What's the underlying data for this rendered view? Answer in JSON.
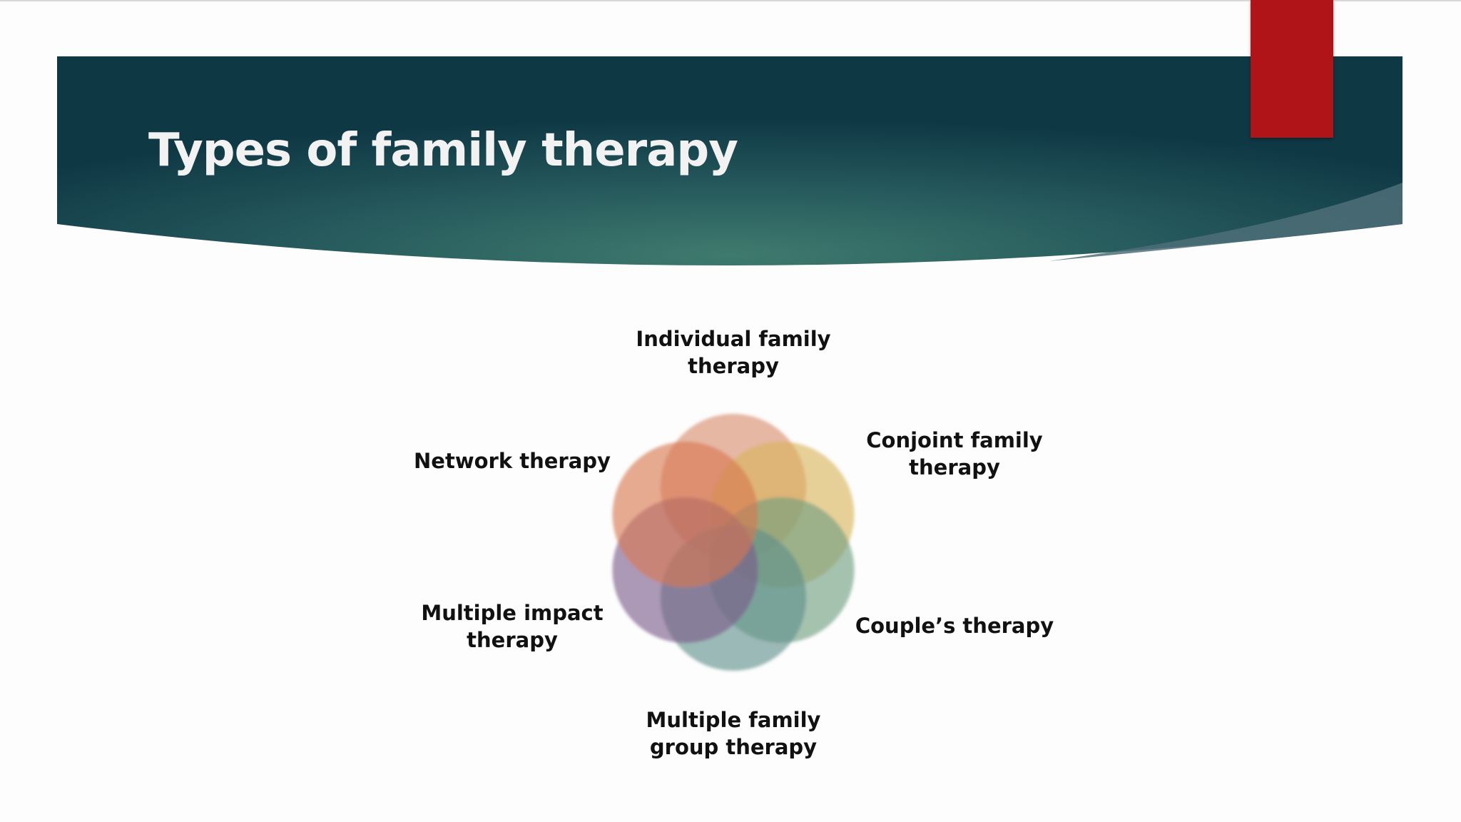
{
  "slide": {
    "title": "Types of family therapy"
  },
  "theme": {
    "header_gradient_light": "#3f7a6e",
    "header_gradient_dark": "#0f3845",
    "accent_tab_color": "#b01418",
    "title_color": "#f2f2f2",
    "label_color": "#111111"
  },
  "diagram": {
    "type": "overlapping-circles",
    "nodes": [
      {
        "id": "individual",
        "line1": "Individual family",
        "line2": "therapy",
        "color": "#d98a6a"
      },
      {
        "id": "conjoint",
        "line1": "Conjoint family",
        "line2": "therapy",
        "color": "#d9b45a"
      },
      {
        "id": "couples",
        "line1": "Couple’s therapy",
        "line2": "",
        "color": "#6f9e80"
      },
      {
        "id": "multiple-family-group",
        "line1": "Multiple family",
        "line2": "group therapy",
        "color": "#5e8f8a"
      },
      {
        "id": "multiple-impact",
        "line1": "Multiple impact",
        "line2": "therapy",
        "color": "#7a5a8a"
      },
      {
        "id": "network",
        "line1": "Network therapy",
        "line2": "",
        "color": "#d9774f"
      }
    ]
  }
}
